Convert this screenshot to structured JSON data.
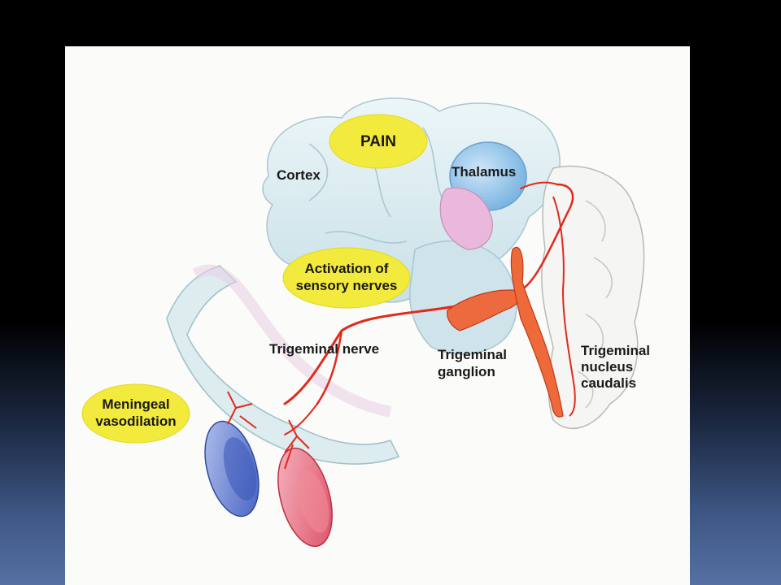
{
  "labels": {
    "pain": "PAIN",
    "cortex": "Cortex",
    "thalamus": "Thalamus",
    "activation_line1": "Activation of",
    "activation_line2": "sensory nerves",
    "trigeminal_nerve": "Trigeminal nerve",
    "trigeminal_ganglion_line1": "Trigeminal",
    "trigeminal_ganglion_line2": "ganglion",
    "nucleus_line1": "Trigeminal",
    "nucleus_line2": "nucleus",
    "nucleus_line3": "caudalis",
    "meningeal_line1": "Meningeal",
    "meningeal_line2": "vasodilation"
  },
  "colors": {
    "bubble_fill": "#f2ea3c",
    "nerve_red": "#e02a1c",
    "brain_blue": "#d6e9ef",
    "thalamus_blue": "#8cc3ea",
    "hypothalamus_pink": "#eab8dc",
    "vein_blue": "#4a67c2",
    "artery_red": "#e0566a"
  }
}
